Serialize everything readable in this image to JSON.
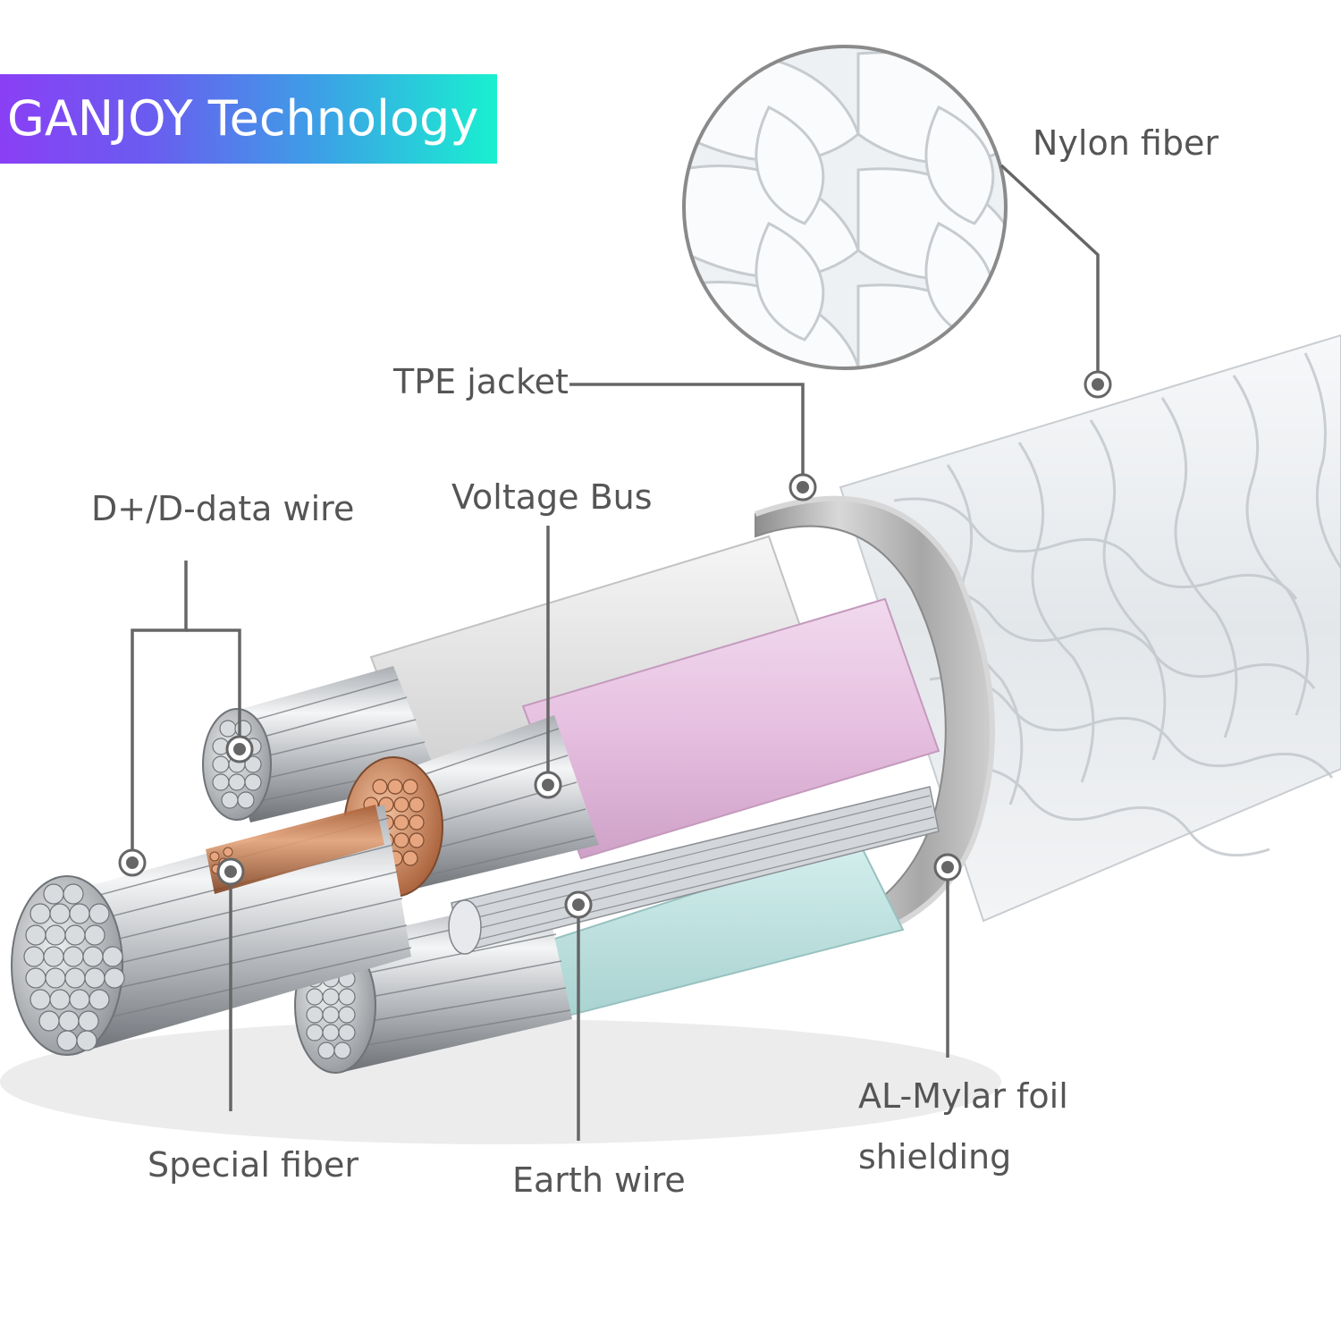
{
  "brand": {
    "text": "GANJOY Technology",
    "gradient": [
      "#8a3ff5",
      "#19f0d0"
    ]
  },
  "labels": {
    "nylon_fiber": "Nylon fiber",
    "tpe_jacket": "TPE jacket",
    "data_wire": "D+/D-data wire",
    "voltage_bus": "Voltage Bus",
    "special_fiber": "Special fiber",
    "earth_wire": "Earth wire",
    "foil_shielding_line1": "AL-Mylar foil",
    "foil_shielding_line2": "shielding"
  },
  "colors": {
    "callout_line": "#666666",
    "label_text": "#555555",
    "braid": "#e8ecef",
    "metal_ring": "#9a9a9a",
    "insulation_white": "#e6e6e6",
    "insulation_pink": "#e9c5e3",
    "insulation_teal": "#bfe3e2",
    "copper": "#c8784a",
    "strand_silver": "#c9ccd0"
  }
}
